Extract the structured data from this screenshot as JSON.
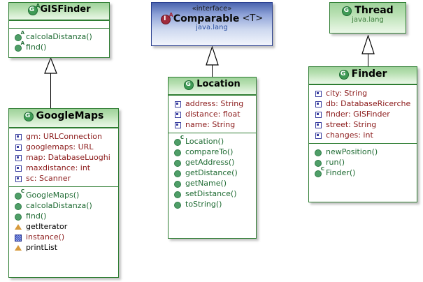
{
  "diagram": {
    "type": "uml-class-diagram",
    "classes": [
      {
        "id": "gisfinder",
        "name": "GISFinder",
        "stereotype": "",
        "package": "",
        "kind": "abstract-class",
        "icon": "class-abstract-icon",
        "icon_letter": "G",
        "icon_sup": "A",
        "attributes": [],
        "operations": [
          {
            "label": "calcolaDistanza()",
            "icon": "operation-abstract-icon",
            "sup": "A",
            "style": "op"
          },
          {
            "label": "find()",
            "icon": "operation-abstract-icon",
            "sup": "A",
            "style": "op"
          }
        ]
      },
      {
        "id": "googlemaps",
        "name": "GoogleMaps",
        "stereotype": "",
        "package": "",
        "kind": "class",
        "icon": "class-icon",
        "icon_letter": "G",
        "icon_sup": "",
        "attributes": [
          {
            "label": "gm: URLConnection",
            "icon": "field-icon",
            "style": "attr"
          },
          {
            "label": "googlemaps: URL",
            "icon": "field-icon",
            "style": "attr"
          },
          {
            "label": "map: DatabaseLuoghi",
            "icon": "field-icon",
            "style": "attr"
          },
          {
            "label": "maxdistance: int",
            "icon": "field-icon",
            "style": "attr"
          },
          {
            "label": "sc: Scanner",
            "icon": "field-icon",
            "style": "attr"
          }
        ],
        "operations": [
          {
            "label": "GoogleMaps()",
            "icon": "constructor-icon",
            "sup": "C",
            "style": "op"
          },
          {
            "label": "calcolaDistanza()",
            "icon": "operation-icon",
            "sup": "",
            "style": "op"
          },
          {
            "label": "find()",
            "icon": "operation-icon",
            "sup": "",
            "style": "op"
          },
          {
            "label": "getIterator",
            "icon": "warning-triangle-icon",
            "sup": "",
            "style": "err"
          },
          {
            "label": "instance()",
            "icon": "static-field-icon",
            "sup": "",
            "style": "static"
          },
          {
            "label": "printList",
            "icon": "warning-triangle-icon",
            "sup": "",
            "style": "err"
          }
        ]
      },
      {
        "id": "comparable",
        "name": "Comparable",
        "generic": "<T>",
        "stereotype": "«interface»",
        "package": "java.lang",
        "kind": "interface",
        "icon": "interface-abstract-icon",
        "icon_letter": "I",
        "icon_sup": "A",
        "attributes": [],
        "operations": []
      },
      {
        "id": "location",
        "name": "Location",
        "stereotype": "",
        "package": "",
        "kind": "class",
        "icon": "class-icon",
        "icon_letter": "G",
        "icon_sup": "",
        "attributes": [
          {
            "label": "address: String",
            "icon": "field-icon",
            "style": "attr"
          },
          {
            "label": "distance: float",
            "icon": "field-icon",
            "style": "attr"
          },
          {
            "label": "name: String",
            "icon": "field-icon",
            "style": "attr"
          }
        ],
        "operations": [
          {
            "label": "Location()",
            "icon": "constructor-icon",
            "sup": "C",
            "style": "op"
          },
          {
            "label": "compareTo()",
            "icon": "operation-icon",
            "sup": "",
            "style": "op"
          },
          {
            "label": "getAddress()",
            "icon": "operation-icon",
            "sup": "",
            "style": "op"
          },
          {
            "label": "getDistance()",
            "icon": "operation-icon",
            "sup": "",
            "style": "op"
          },
          {
            "label": "getName()",
            "icon": "operation-icon",
            "sup": "",
            "style": "op"
          },
          {
            "label": "setDistance()",
            "icon": "operation-icon",
            "sup": "",
            "style": "op"
          },
          {
            "label": "toString()",
            "icon": "operation-icon",
            "sup": "",
            "style": "op"
          }
        ]
      },
      {
        "id": "thread",
        "name": "Thread",
        "stereotype": "",
        "package": "java.lang",
        "kind": "class",
        "icon": "class-icon",
        "icon_letter": "G",
        "icon_sup": "",
        "attributes": [],
        "operations": []
      },
      {
        "id": "finder",
        "name": "Finder",
        "stereotype": "",
        "package": "",
        "kind": "class",
        "icon": "class-icon",
        "icon_letter": "G",
        "icon_sup": "",
        "attributes": [
          {
            "label": "city: String",
            "icon": "field-icon",
            "style": "attr"
          },
          {
            "label": "db: DatabaseRicerche",
            "icon": "field-icon",
            "style": "attr"
          },
          {
            "label": "finder: GISFinder",
            "icon": "field-icon",
            "style": "attr"
          },
          {
            "label": "street: String",
            "icon": "field-icon",
            "style": "attr"
          },
          {
            "label": "changes: int",
            "icon": "field-icon",
            "style": "attr"
          }
        ],
        "operations": [
          {
            "label": "newPosition()",
            "icon": "operation-icon",
            "sup": "",
            "style": "op"
          },
          {
            "label": "run()",
            "icon": "operation-icon",
            "sup": "",
            "style": "op"
          },
          {
            "label": "Finder()",
            "icon": "constructor-icon",
            "sup": "C",
            "style": "op"
          }
        ]
      }
    ],
    "relations": [
      {
        "name": "generalization-googlemaps-gisfinder",
        "from": "googlemaps",
        "to": "gisfinder",
        "kind": "generalization"
      },
      {
        "name": "generalization-location-comparable",
        "from": "location",
        "to": "comparable",
        "kind": "realization"
      },
      {
        "name": "generalization-finder-thread",
        "from": "finder",
        "to": "thread",
        "kind": "generalization"
      }
    ],
    "colors": {
      "class_border": "#2e7d32",
      "class_header_top": "#9fd29b",
      "class_header_bottom": "#eaf7e7",
      "interface_border": "#2a3f8f",
      "interface_header_top": "#4a63ae",
      "interface_header_bottom": "#f2f5fc",
      "attribute_text": "#8b1a1a",
      "operation_text": "#1f6b33",
      "package_text": "#3f7f3f",
      "error_text": "#000000",
      "background": "#ffffff"
    }
  }
}
